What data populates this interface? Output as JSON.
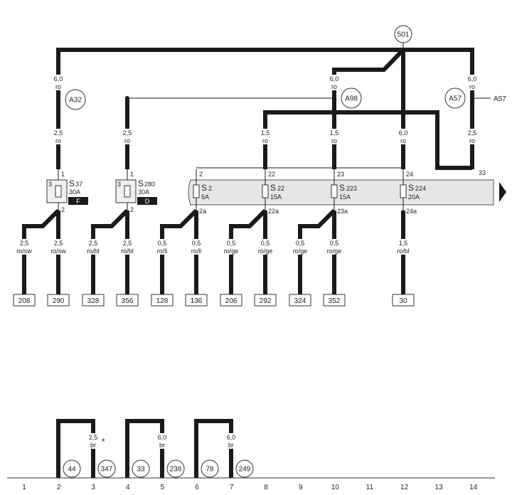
{
  "wires": [
    {
      "size": "6,0",
      "color": "ro"
    },
    {
      "size": "6,0",
      "color": "ro"
    },
    {
      "size": "6,0",
      "color": "ro"
    },
    {
      "size": "2,5",
      "color": "ro"
    },
    {
      "size": "2,5",
      "color": "ro"
    },
    {
      "size": "1,5",
      "color": "ro"
    },
    {
      "size": "1,5",
      "color": "ro"
    },
    {
      "size": "6,0",
      "color": "ro"
    },
    {
      "size": "2,5",
      "color": "ro"
    },
    {
      "size": "2,5",
      "color": "ro/sw"
    },
    {
      "size": "2,5",
      "color": "ro/sw"
    },
    {
      "size": "2,5",
      "color": "ro/bl"
    },
    {
      "size": "2,5",
      "color": "ro/bl"
    },
    {
      "size": "0,5",
      "color": "ro/li"
    },
    {
      "size": "0,5",
      "color": "ro/li"
    },
    {
      "size": "0,5",
      "color": "ro/ge"
    },
    {
      "size": "0,5",
      "color": "ro/ge"
    },
    {
      "size": "0,5",
      "color": "ro/ge"
    },
    {
      "size": "0,5",
      "color": "ro/ge"
    },
    {
      "size": "1,5",
      "color": "ro/bl"
    },
    {
      "size": "2,5",
      "color": "br"
    },
    {
      "size": "6,0",
      "color": "br"
    },
    {
      "size": "6,0",
      "color": "br"
    }
  ],
  "circles": [
    "501",
    "A32",
    "A98",
    "A57",
    "44",
    "347",
    "33",
    "238",
    "78",
    "249"
  ],
  "external_label": "A57",
  "fuses": [
    {
      "name": "S",
      "num": "37",
      "amp": "30A",
      "tag": "F",
      "pin_in": "1",
      "pin_out": "2",
      "pin_side": "3"
    },
    {
      "name": "S",
      "num": "280",
      "amp": "30A",
      "tag": "D",
      "pin_in": "1",
      "pin_out": "2",
      "pin_side": "3"
    }
  ],
  "strip_fuses": [
    {
      "name": "S",
      "num": "2",
      "amp": "5A",
      "pin_in": "2",
      "pin_out": "2a"
    },
    {
      "name": "S",
      "num": "22",
      "amp": "15A",
      "pin_in": "22",
      "pin_out": "22a"
    },
    {
      "name": "S",
      "num": "223",
      "amp": "15A",
      "pin_in": "23",
      "pin_out": "23a"
    },
    {
      "name": "S",
      "num": "224",
      "amp": "20A",
      "pin_in": "24",
      "pin_out": "24a"
    }
  ],
  "strip_pin_33": "33",
  "boxes": [
    "208",
    "290",
    "328",
    "356",
    "128",
    "136",
    "206",
    "292",
    "324",
    "352",
    "30"
  ],
  "asterisk": "*",
  "columns": [
    "1",
    "2",
    "3",
    "4",
    "5",
    "6",
    "7",
    "8",
    "9",
    "10",
    "11",
    "12",
    "13",
    "14"
  ]
}
